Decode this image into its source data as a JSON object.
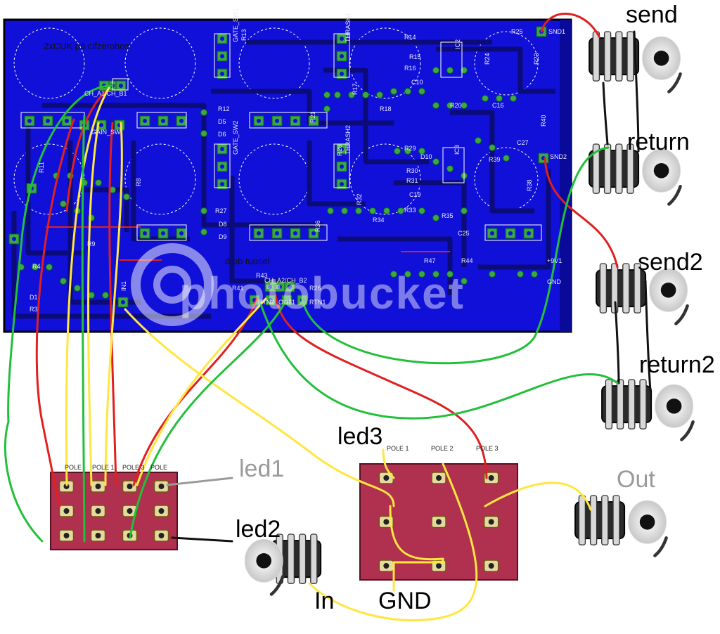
{
  "pcb": {
    "title": "2xCUK p6 cifzerohos",
    "title2": "d pb tuosel",
    "silk_labels": [
      "R25",
      "SND1",
      "R14",
      "R15",
      "R16",
      "C10",
      "IC2",
      "R24",
      "R23",
      "R18",
      "R20",
      "C16",
      "R40",
      "C27",
      "SND2",
      "R29",
      "D10",
      "R30",
      "R31",
      "C19",
      "R39",
      "R38",
      "R33",
      "R35",
      "C25",
      "R47",
      "R44",
      "+9V1",
      "GND",
      "R43",
      "R41",
      "CH_A2/CH_B2",
      "R26",
      "RTN2",
      "OUT1",
      "RTN1",
      "R12",
      "D5",
      "D6",
      "R27",
      "D8",
      "D9",
      "R36",
      "R13",
      "GATE_SW1",
      "GATE_SW2",
      "THRASH1",
      "THRASH2",
      "R21",
      "R28",
      "R17",
      "R32",
      "R34",
      "IC3",
      "GAIN_SW",
      "CH_A1/CH_B1",
      "R11",
      "R4",
      "D1",
      "R3",
      "IN1",
      "R8",
      "R9"
    ]
  },
  "jacks": {
    "send": "send",
    "return": "return",
    "send2": "send2",
    "return2": "return2",
    "out": "Out",
    "in": "In"
  },
  "switches": {
    "led1": "led1",
    "led2": "led2",
    "led3": "led3",
    "gnd": "GND",
    "poles_left": [
      "POLE",
      "POLE 1",
      "POLE 3",
      "POLE"
    ],
    "poles_right": [
      "POLE 1",
      "POLE 2",
      "POLE 3"
    ]
  },
  "watermark": "photobucket",
  "colors": {
    "pcb": "#1010d8",
    "trace": "#0b0b7a",
    "pad": "#3aa845",
    "wire_red": "#e02020",
    "wire_yellow": "#ffe640",
    "wire_green": "#22c03a",
    "wire_black": "#111111",
    "switch_body": "#b03050"
  }
}
